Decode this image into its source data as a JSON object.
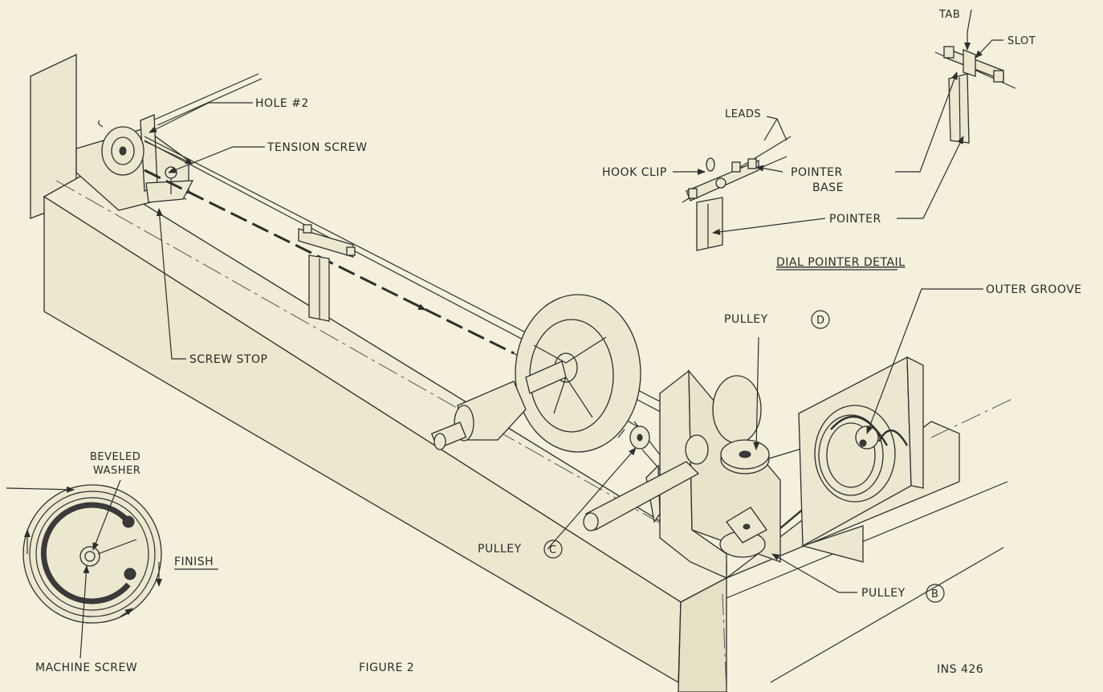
{
  "labels": {
    "hole2": "HOLE #2",
    "tension_screw": "TENSION SCREW",
    "screw_stop": "SCREW STOP",
    "tab": "TAB",
    "slot": "SLOT",
    "leads": "LEADS",
    "hook_clip": "HOOK CLIP",
    "pointer_base_1": "POINTER",
    "pointer_base_2": "BASE",
    "pointer": "POINTER",
    "dial_pointer_detail": "DIAL POINTER DETAIL",
    "outer_groove": "OUTER GROOVE",
    "pulley_d": "PULLEY",
    "pulley_d_letter": "D",
    "pulley_c": "PULLEY",
    "pulley_c_letter": "C",
    "pulley_b": "PULLEY",
    "pulley_b_letter": "B",
    "beveled_washer_1": "BEVELED",
    "beveled_washer_2": "WASHER",
    "finish": "FINISH",
    "machine_screw": "MACHINE SCREW",
    "figure": "FIGURE 2",
    "doc_id": "INS 426"
  },
  "colors": {
    "paper": "#f4f0dc",
    "ink": "#2e2e2e"
  }
}
